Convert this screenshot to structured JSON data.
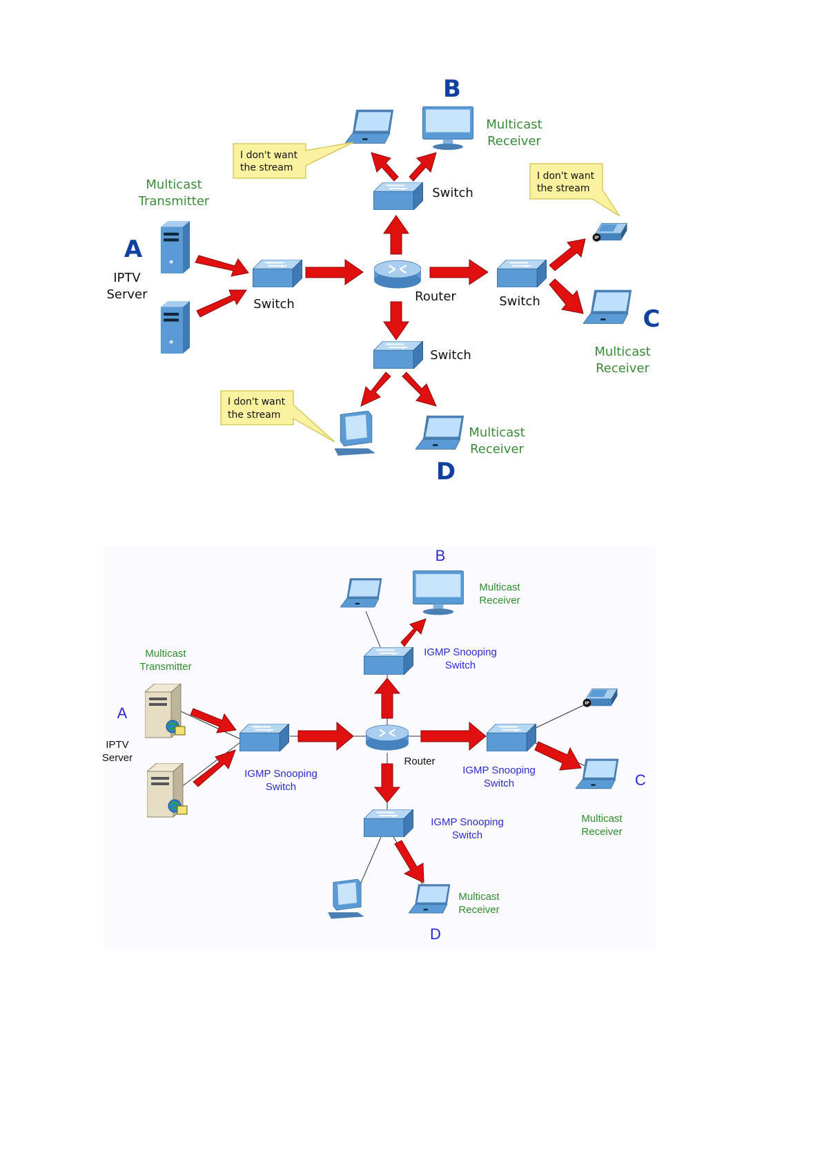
{
  "colors": {
    "green": "#3a8a3a",
    "blue_letter": "#1040a0",
    "blue_text": "#2a2ad0",
    "arrow": "#e01010",
    "device": "#6aa7db",
    "callout_fill": "#fbf2a0",
    "callout_stroke": "#d9c860"
  },
  "top": {
    "letter_a": "A",
    "letter_b": "B",
    "letter_c": "C",
    "letter_d": "D",
    "transmitter_line1": "Multicast",
    "transmitter_line2": "Transmitter",
    "server_line1": "IPTV",
    "server_line2": "Server",
    "switch_left": "Switch",
    "switch_top": "Switch",
    "switch_right": "Switch",
    "switch_bottom": "Switch",
    "router": "Router",
    "receiver_b_line1": "Multicast",
    "receiver_b_line2": "Receiver",
    "receiver_c_line1": "Multicast",
    "receiver_c_line2": "Receiver",
    "receiver_d_line1": "Multicast",
    "receiver_d_line2": "Receiver",
    "callout_b_line1": "I don't want",
    "callout_b_line2": "the stream",
    "callout_c_line1": "I don't want",
    "callout_c_line2": "the stream",
    "callout_d_line1": "I don't want",
    "callout_d_line2": "the stream"
  },
  "bottom": {
    "letter_a": "A",
    "letter_b": "B",
    "letter_c": "C",
    "letter_d": "D",
    "transmitter_line1": "Multicast",
    "transmitter_line2": "Transmitter",
    "server_line1": "IPTV",
    "server_line2": "Server",
    "switch_left_line1": "IGMP Snooping",
    "switch_left_line2": "Switch",
    "switch_top_line1": "IGMP Snooping",
    "switch_top_line2": "Switch",
    "switch_right_line1": "IGMP Snooping",
    "switch_right_line2": "Switch",
    "switch_bottom_line1": "IGMP Snooping",
    "switch_bottom_line2": "Switch",
    "router": "Router",
    "receiver_b_line1": "Multicast",
    "receiver_b_line2": "Receiver",
    "receiver_c_line1": "Multicast",
    "receiver_c_line2": "Receiver",
    "receiver_d_line1": "Multicast",
    "receiver_d_line2": "Receiver"
  }
}
